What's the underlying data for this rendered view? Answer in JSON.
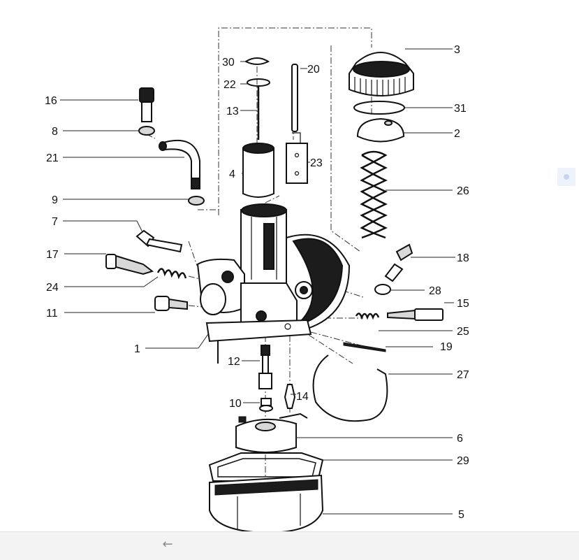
{
  "diagram": {
    "callouts": [
      {
        "id": "p1",
        "label": "1"
      },
      {
        "id": "p2",
        "label": "2"
      },
      {
        "id": "p3",
        "label": "3"
      },
      {
        "id": "p4",
        "label": "4"
      },
      {
        "id": "p5",
        "label": "5"
      },
      {
        "id": "p6",
        "label": "6"
      },
      {
        "id": "p7",
        "label": "7"
      },
      {
        "id": "p8",
        "label": "8"
      },
      {
        "id": "p9",
        "label": "9"
      },
      {
        "id": "p10",
        "label": "10"
      },
      {
        "id": "p11",
        "label": "11"
      },
      {
        "id": "p12",
        "label": "12"
      },
      {
        "id": "p13",
        "label": "13"
      },
      {
        "id": "p14",
        "label": "14"
      },
      {
        "id": "p15",
        "label": "15"
      },
      {
        "id": "p16",
        "label": "16"
      },
      {
        "id": "p17",
        "label": "17"
      },
      {
        "id": "p18",
        "label": "18"
      },
      {
        "id": "p19",
        "label": "19"
      },
      {
        "id": "p20",
        "label": "20"
      },
      {
        "id": "p21",
        "label": "21"
      },
      {
        "id": "p22",
        "label": "22"
      },
      {
        "id": "p23",
        "label": "23"
      },
      {
        "id": "p24",
        "label": "24"
      },
      {
        "id": "p25",
        "label": "25"
      },
      {
        "id": "p26",
        "label": "26"
      },
      {
        "id": "p27",
        "label": "27"
      },
      {
        "id": "p28",
        "label": "28"
      },
      {
        "id": "p29",
        "label": "29"
      },
      {
        "id": "p30",
        "label": "30"
      },
      {
        "id": "p31",
        "label": "31"
      }
    ]
  },
  "nav": {
    "back_icon": "arrow-left-icon",
    "back_glyph": "←"
  },
  "colors": {
    "ink": "#111111",
    "bar": "#f3f3f3",
    "widget": "#eef2fb"
  }
}
